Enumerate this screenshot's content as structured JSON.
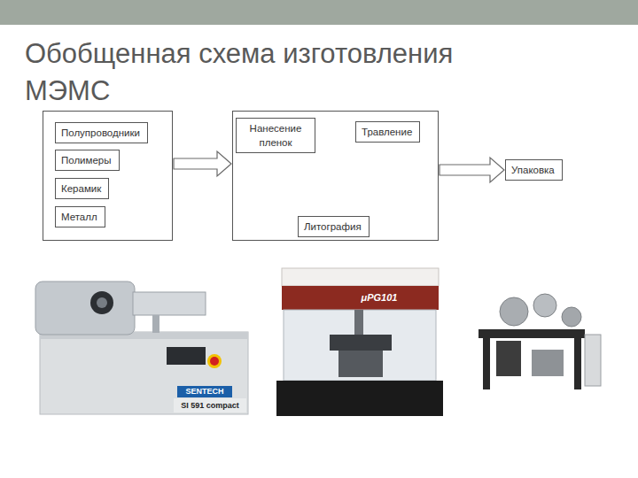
{
  "diagram": {
    "title": "Обобщенная схема изготовления МЭМС",
    "nodes": [
      {
        "text": []
      },
      {
        "text": [
          "Полупроводники"
        ],
        "in": 0
      },
      {
        "text": [
          "Полимеры"
        ],
        "in": 0
      },
      {
        "text": [
          "Керамик"
        ],
        "in": 0
      },
      {
        "text": [
          "Металл"
        ],
        "in": 0
      },
      {
        "text": []
      },
      {
        "text": [
          "Нанесение пленок"
        ],
        "in": 5
      },
      {
        "text": [
          "Травление"
        ],
        "in": 5
      },
      {
        "text": [
          "Литография"
        ],
        "in": 5
      },
      {
        "text": [
          "Упаковка"
        ]
      }
    ],
    "edges": [
      {
        "from": 0,
        "to": 5,
        "arrow": "to"
      },
      {
        "from": 5,
        "to": 9,
        "arrow": "to"
      },
      {
        "from": 6,
        "to": 7,
        "arrow": "both"
      },
      {
        "from": 6,
        "to": 8,
        "arrow": "both"
      },
      {
        "from": 7,
        "to": 8,
        "arrow": "both"
      }
    ],
    "labels": [
      "SENTECH",
      "SI 591 compact",
      "μPG101"
    ]
  }
}
